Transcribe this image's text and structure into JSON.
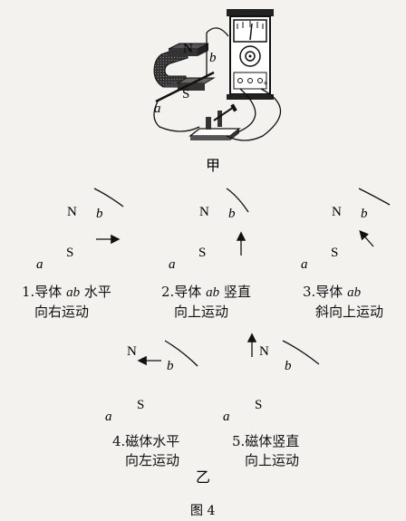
{
  "letters": {
    "north": "N",
    "south": "S",
    "end_a": "a",
    "end_b": "b"
  },
  "top_caption": "甲",
  "bottom_caption": "乙",
  "figure_label": "图 4",
  "cases": [
    {
      "line1_pre": "1.导体 ",
      "line1_var": "ab",
      "line1_post": " 水平",
      "line2": "向右运动"
    },
    {
      "line1_pre": "2.导体 ",
      "line1_var": "ab",
      "line1_post": " 竖直",
      "line2": "向上运动"
    },
    {
      "line1_pre": "3.导体 ",
      "line1_var": "ab",
      "line1_post": "",
      "line2": "斜向上运动"
    },
    {
      "line1_pre": "4.磁体水平",
      "line1_var": "",
      "line1_post": "",
      "line2": "向左运动"
    },
    {
      "line1_pre": "5.磁体竖直",
      "line1_var": "",
      "line1_post": "",
      "line2": "向上运动"
    }
  ],
  "colors": {
    "ink": "#111111",
    "paper": "#f3f2ef",
    "magnet": "#2a2a2a"
  }
}
